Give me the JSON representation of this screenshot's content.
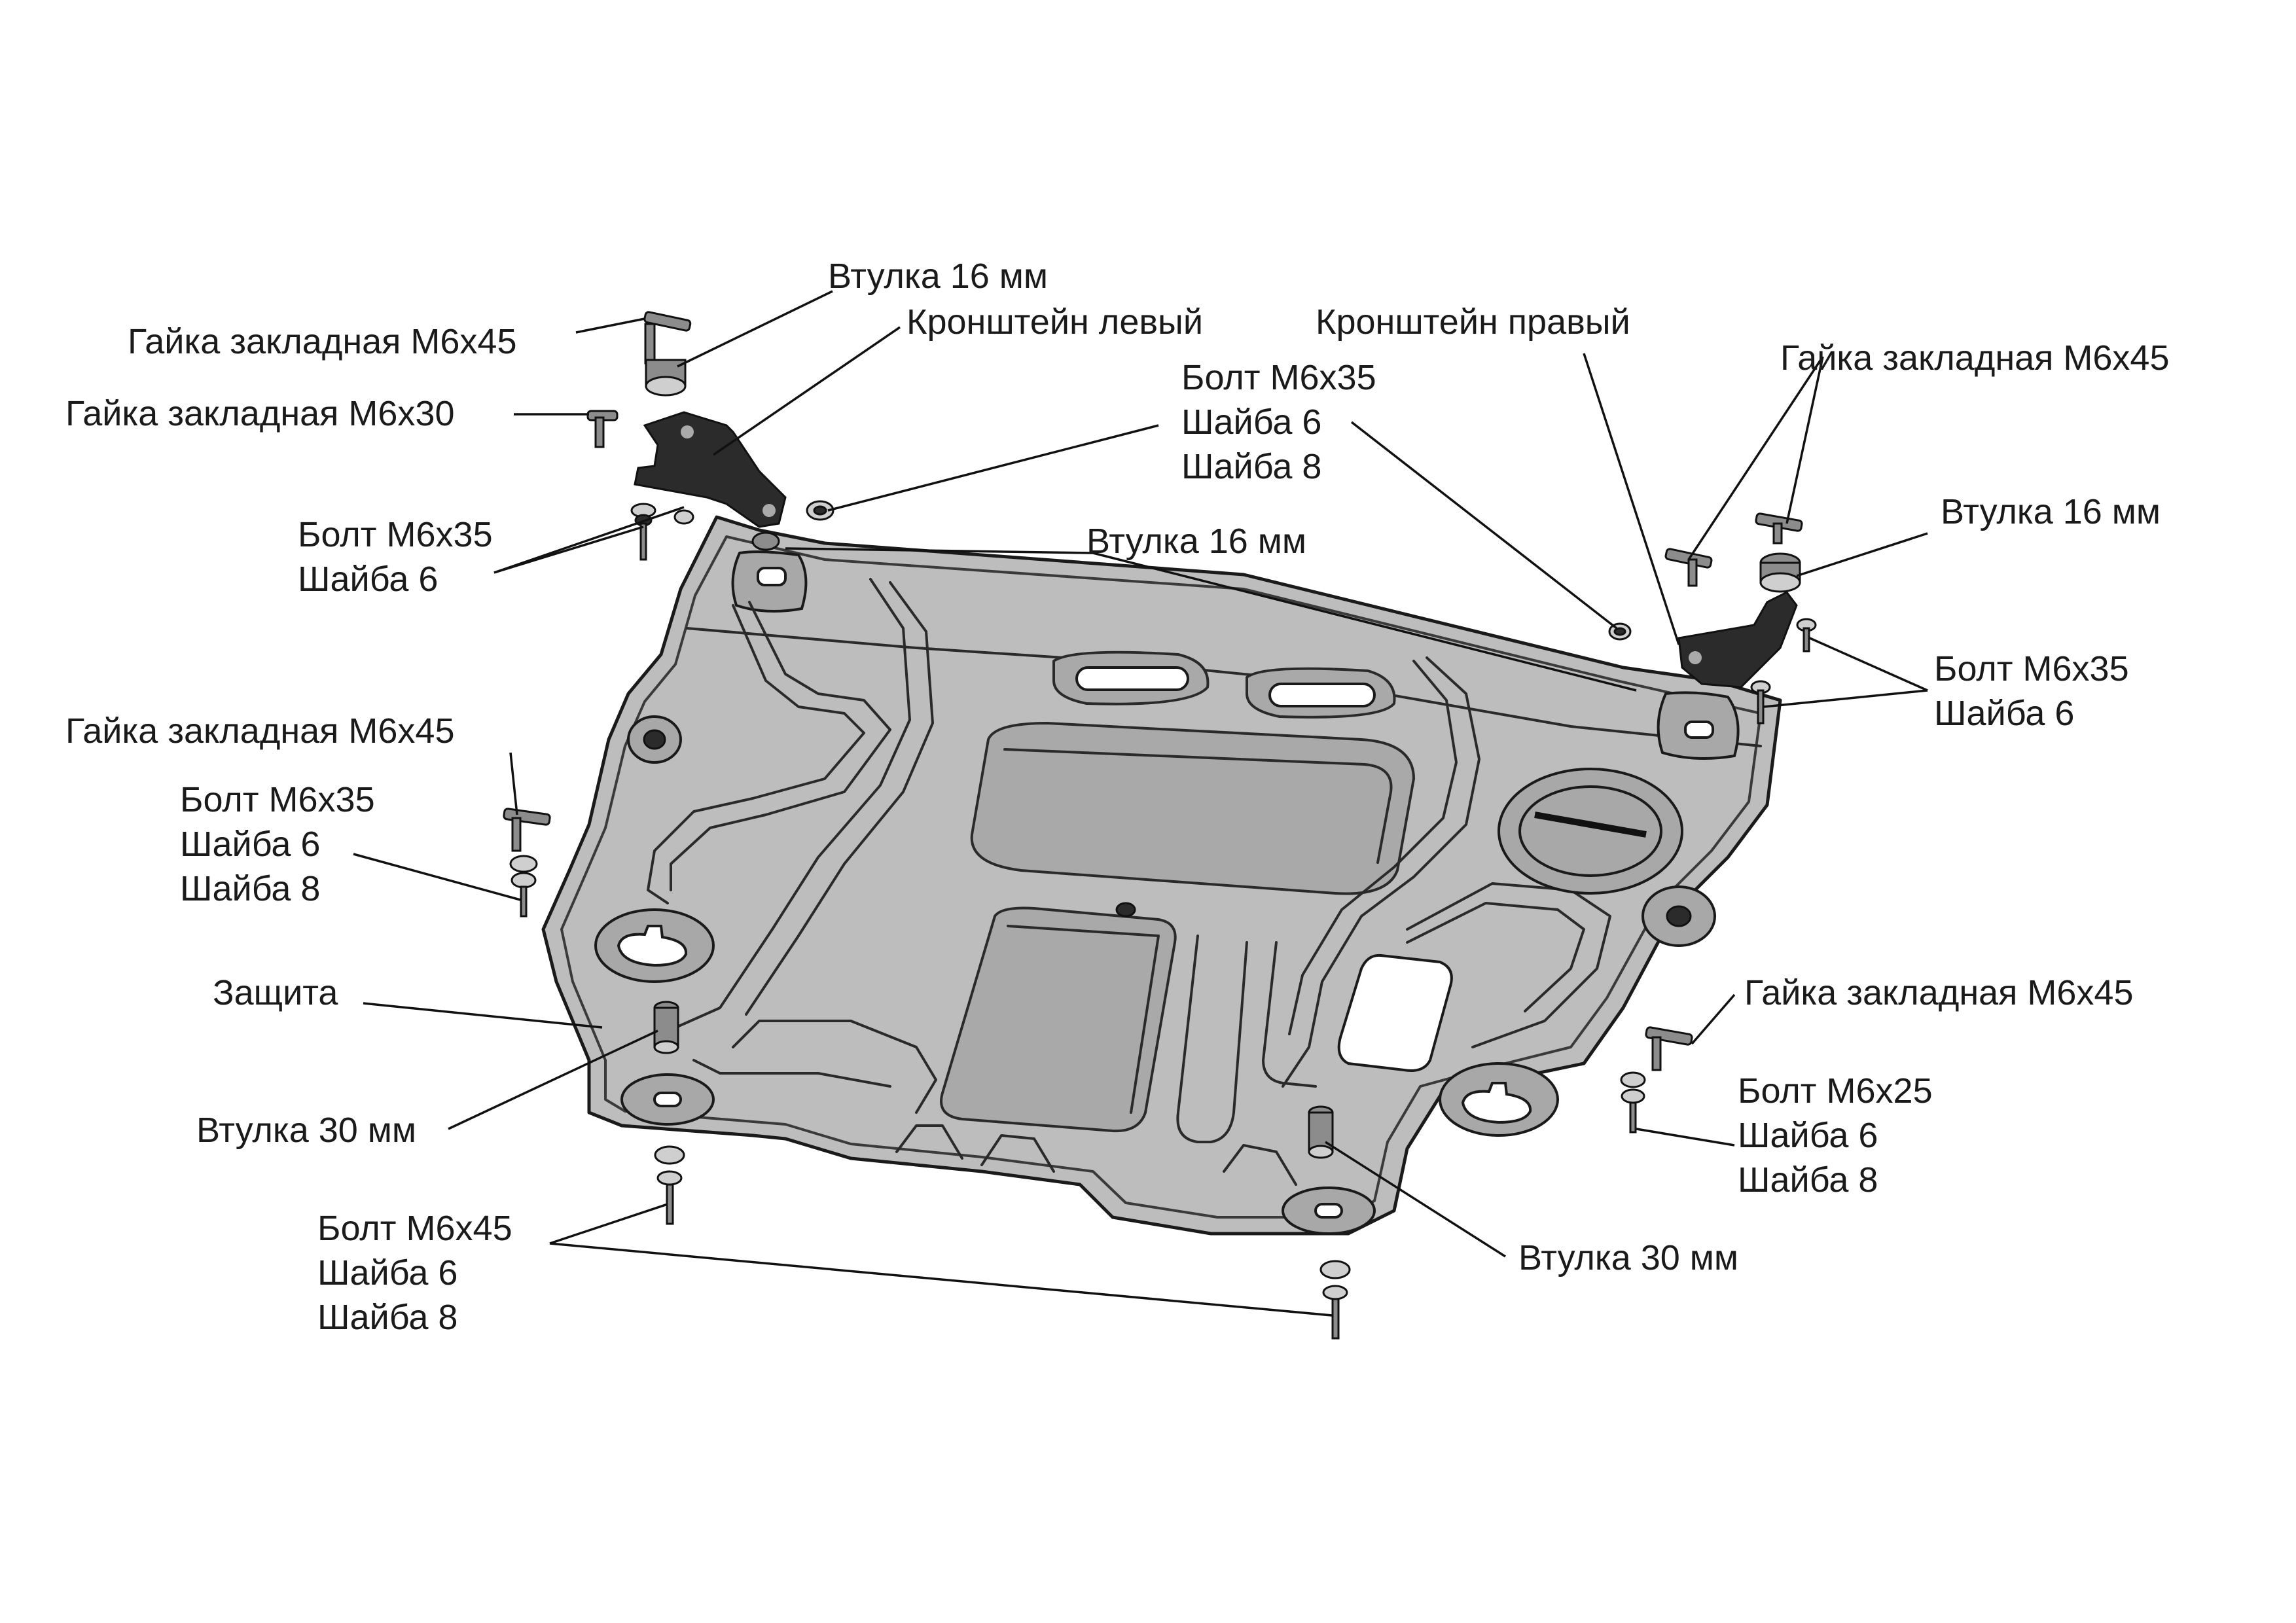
{
  "labels": {
    "bushing16_left": "Втулка 16 мм",
    "bracket_left": "Кронштейн левый",
    "nut_m6x45_top_left": "Гайка закладная М6х45",
    "nut_m6x30": "Гайка закладная М6х30",
    "bolt_center_top": [
      "Болт М6х35",
      "Шайба 6",
      "Шайба 8"
    ],
    "bracket_right": "Кронштейн правый",
    "nut_m6x45_top_right": "Гайка закладная М6х45",
    "bushing16_right": "Втулка 16 мм",
    "bolt_left_upper": [
      "Болт М6х35",
      "Шайба 6"
    ],
    "bushing16_center": "Втулка 16 мм",
    "bolt_right_upper": [
      "Болт М6х35",
      "Шайба 6"
    ],
    "nut_m6x45_left_mid": "Гайка закладная М6х45",
    "bolt_left_mid": [
      "Болт М6х35",
      "Шайба 6",
      "Шайба 8"
    ],
    "guard": "Защита",
    "bushing30_left": "Втулка 30 мм",
    "nut_m6x45_right_low": "Гайка закладная М6х45",
    "bolt_right_low": [
      "Болт М6х25",
      "Шайба 6",
      "Шайба 8"
    ],
    "bolt_bottom": [
      "Болт М6х45",
      "Шайба 6",
      "Шайба 8"
    ],
    "bushing30_right": "Втулка 30 мм"
  }
}
